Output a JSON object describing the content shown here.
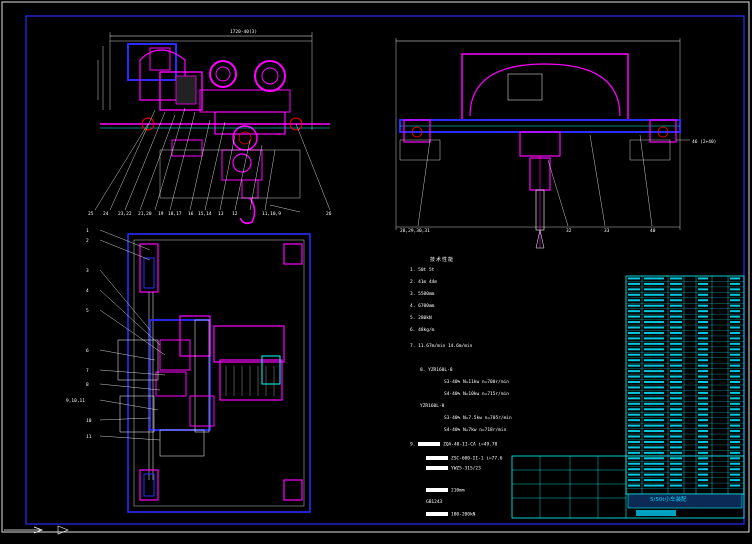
{
  "drawing": {
    "title_code": "5/50t小车装配",
    "specs": {
      "heading": "技术性能",
      "rows": [
        {
          "num": "1.",
          "text": "50t      5t"
        },
        {
          "num": "2.",
          "text": "41m      44m"
        },
        {
          "num": "3.",
          "text": "5500mm"
        },
        {
          "num": "4.",
          "text": "6700mm"
        },
        {
          "num": "5.",
          "text": "280kN"
        },
        {
          "num": "6.",
          "text": "48kg/m"
        },
        {
          "num": "7.",
          "text": "11.67m/min      14.6m/min"
        },
        {
          "num": "8.",
          "text": "YZR160L-8"
        },
        {
          "num": "",
          "text": "S3-40%  N=11kw   n=700r/min"
        },
        {
          "num": "",
          "text": "S4-40%  N=10kw   n=715r/min"
        },
        {
          "num": "",
          "text": "YZR160L-8"
        },
        {
          "num": "",
          "text": "S3-40%  N=7.5kw  n=705r/min"
        },
        {
          "num": "",
          "text": "S4-40%  N=7kw    n=718r/min"
        },
        {
          "num": "9.",
          "text": "ZQA-40-II-CA   i=49.78"
        },
        {
          "num": "",
          "text": "ZSC-600-II-1   i=77.6"
        },
        {
          "num": "",
          "text": "YWZ5-315/23"
        },
        {
          "num": "",
          "text": "210mm"
        },
        {
          "num": "",
          "text": "GB1243"
        },
        {
          "num": "",
          "text": "180-200kN"
        }
      ]
    },
    "dim_labels": {
      "top_dim": "1720-40(3)",
      "right_dim": "46 (2+40)"
    },
    "part_numbers_top": [
      "25",
      "24",
      "23",
      "22",
      "21",
      "20",
      "19",
      "18",
      "17",
      "16",
      "15",
      "14",
      "13",
      "12"
    ],
    "part_numbers_left": [
      "1",
      "2",
      "3",
      "4",
      "5",
      "6",
      "7",
      "8",
      "9",
      "10",
      "11"
    ],
    "colors": {
      "bg": "#000000",
      "frame": "#0000ff",
      "line": "#ffffff",
      "cyan": "#00ffff",
      "magenta": "#ff00ff",
      "blue": "#3a3aff",
      "red": "#ff0000"
    }
  }
}
